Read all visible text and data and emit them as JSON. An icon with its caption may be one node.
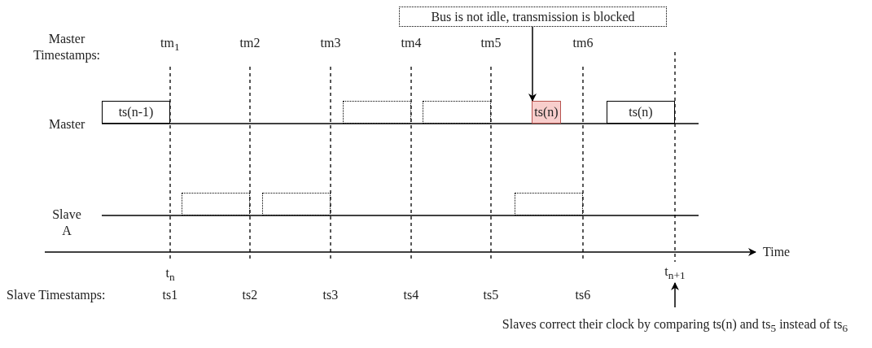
{
  "diagram": {
    "nodes": [
      {
        "text": [
          "Bus is not idle, transmission is blocked"
        ]
      },
      {
        "text": [
          "ts(n-1)"
        ]
      },
      {
        "text": [],
        "shape": "box"
      },
      {
        "text": [],
        "shape": "box"
      },
      {
        "text": [
          "ts(n)"
        ]
      },
      {
        "text": [
          "ts(n)"
        ]
      },
      {
        "text": [],
        "shape": "box"
      },
      {
        "text": [],
        "shape": "box"
      },
      {
        "text": [],
        "shape": "box"
      },
      {
        "text": [
          "t$_{n+1}$"
        ]
      },
      {
        "text": [
          "Slaves correct their clock by comparing ts(n) and ts$_{5}$ instead of ts$_{6}$"
        ]
      }
    ],
    "edges": [
      {
        "from": 0,
        "to": 4,
        "arrow": "to"
      },
      {
        "from": 10,
        "to": 9,
        "arrow": "to"
      }
    ],
    "labels": [
      "Master Timestamps:",
      "tm$_{1}$",
      "tm2",
      "tm3",
      "tm4",
      "tm5",
      "tm6",
      "Master",
      "Slave A",
      "Time",
      "t$_{n}$",
      "Slave Timestamps:",
      "ts1",
      "ts2",
      "ts3",
      "ts4",
      "ts5",
      "ts6"
    ]
  }
}
